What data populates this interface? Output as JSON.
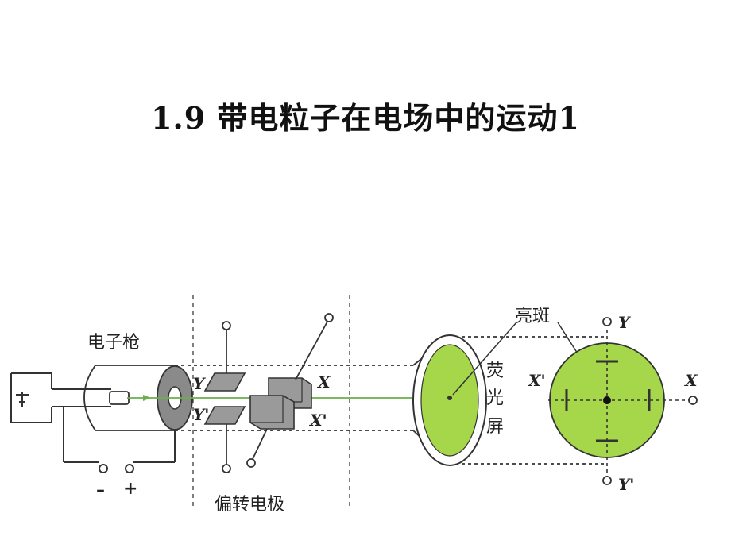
{
  "title": "1.9 带电粒子在电场中的运动1",
  "labels": {
    "electron_gun": "电子枪",
    "deflection_electrodes": "偏转电极",
    "fluorescent_screen_1": "荧",
    "fluorescent_screen_2": "光",
    "fluorescent_screen_3": "屏",
    "bright_spot": "亮斑",
    "y_plate": "Y",
    "y_prime_plate": "Y'",
    "x_plate": "X",
    "x_prime_plate": "X'",
    "minus": "–",
    "plus": "+",
    "screen_y": "Y",
    "screen_y_prime": "Y'",
    "screen_x": "X",
    "screen_x_prime": "X'"
  },
  "colors": {
    "screen_fill": "#a6d64a",
    "screen_glow": "#c8e68a",
    "plate_fill": "#9a9a9a",
    "ring_fill": "#8a8a8a",
    "beam": "#6ab04c",
    "outline": "#333333"
  }
}
